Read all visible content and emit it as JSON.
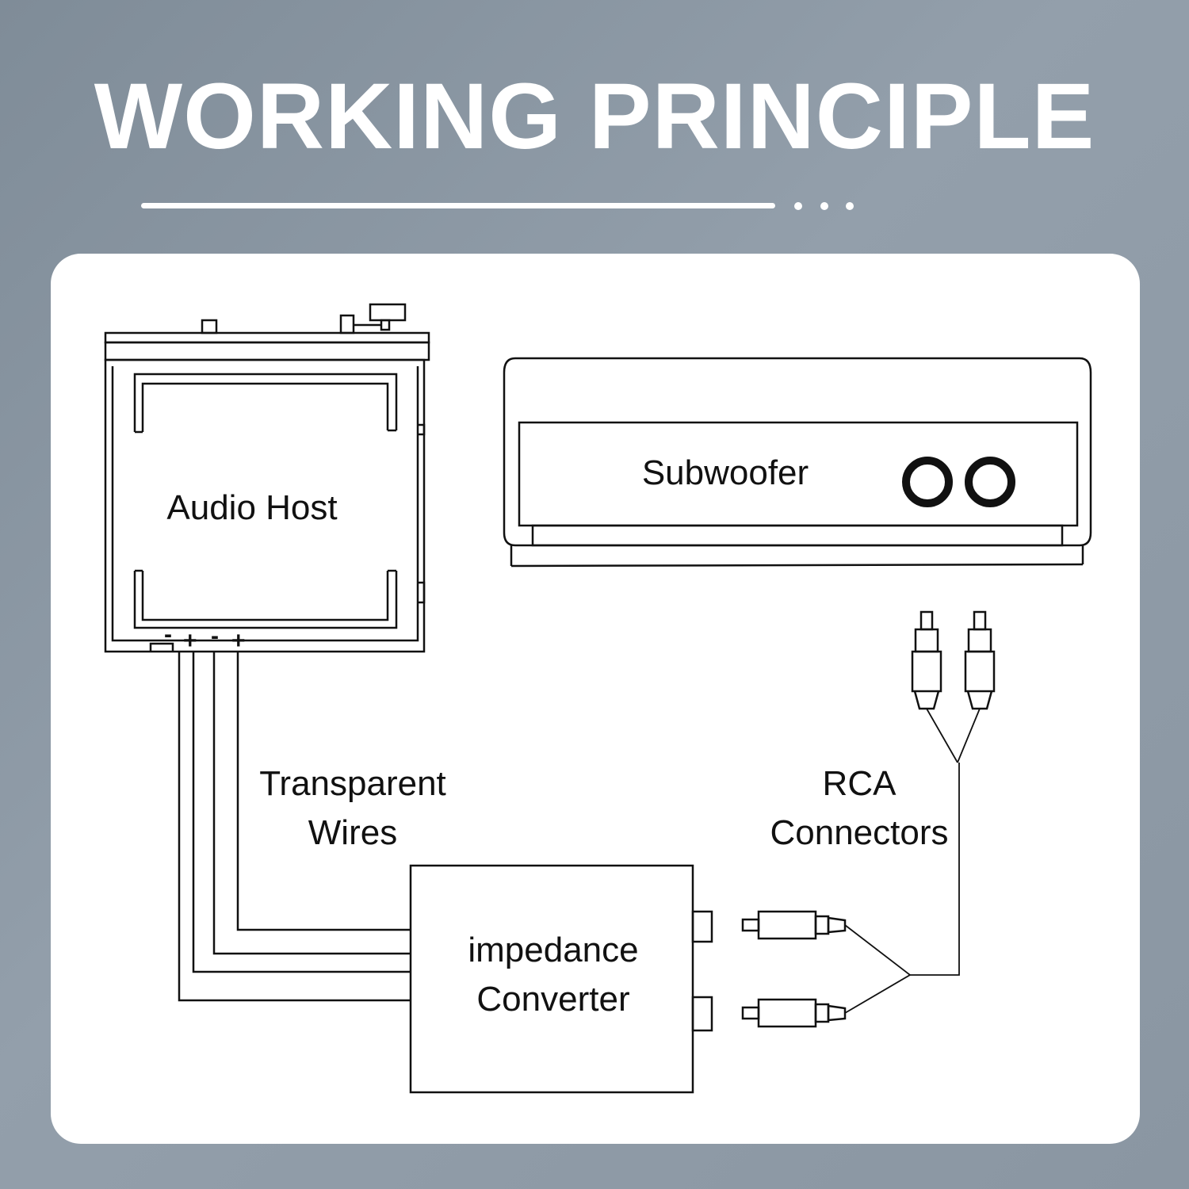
{
  "header": {
    "title": "WORKING PRINCIPLE"
  },
  "diagram": {
    "audio_host_label": "Audio Host",
    "subwoofer_label": "Subwoofer",
    "transparent_wires_line1": "Transparent",
    "transparent_wires_line2": "Wires",
    "rca_line1": "RCA",
    "rca_line2": "Connectors",
    "converter_line1": "impedance",
    "converter_line2": "Converter",
    "terminals": [
      "-",
      "+",
      "-",
      "+"
    ]
  },
  "colors": {
    "background": "#8c98a4",
    "card": "#ffffff",
    "line": "#111111",
    "title": "#ffffff"
  }
}
